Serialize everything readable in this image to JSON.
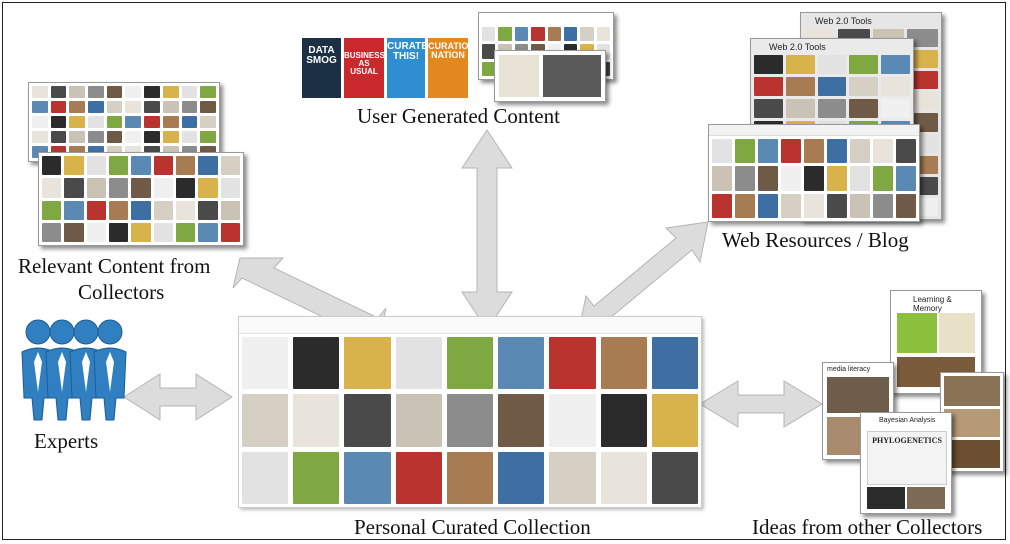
{
  "labels": {
    "user_generated": "User Generated Content",
    "web_resources": "Web Resources / Blog",
    "relevant_content": "Relevant Content from Collectors",
    "relevant_line1": "Relevant Content from",
    "relevant_line2": "Collectors",
    "experts": "Experts",
    "personal_collection": "Personal Curated Collection",
    "ideas": "Ideas from other Collectors"
  },
  "thumbnails": {
    "web_tools_title_1": "Web 2.0 Tools",
    "web_tools_title_2": "Web 2.0 Tools",
    "books": [
      "DATA SMOG",
      "BUSINESS AS USUAL",
      "CURATE THIS!",
      "CURATION NATION"
    ],
    "ideas_card_1": "Learning & Memory",
    "ideas_card_2": "media literacy",
    "ideas_card_3": "Bayesian Analysis",
    "ideas_book": "PHYLOGENETICS"
  },
  "colors": {
    "arrow_fill": "#dcdcdc",
    "arrow_stroke": "#b8b8b8",
    "experts_blue": "#2f7fc1",
    "experts_dark": "#1d5d94"
  },
  "icons": [
    "double-arrow-icon",
    "experts-people-icon"
  ]
}
